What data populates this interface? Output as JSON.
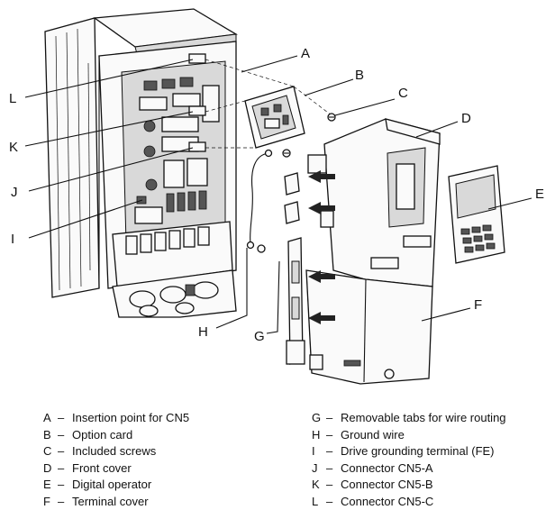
{
  "callouts": {
    "A": "A",
    "B": "B",
    "C": "C",
    "D": "D",
    "E": "E",
    "F": "F",
    "G": "G",
    "H": "H",
    "I": "I",
    "J": "J",
    "K": "K",
    "L": "L"
  },
  "legend": {
    "left": [
      {
        "key": "A",
        "text": "Insertion point for CN5"
      },
      {
        "key": "B",
        "text": "Option card"
      },
      {
        "key": "C",
        "text": "Included screws"
      },
      {
        "key": "D",
        "text": "Front cover"
      },
      {
        "key": "E",
        "text": "Digital operator"
      },
      {
        "key": "F",
        "text": "Terminal cover"
      }
    ],
    "right": [
      {
        "key": "G",
        "text": "Removable tabs for wire routing"
      },
      {
        "key": "H",
        "text": "Ground wire"
      },
      {
        "key": "I",
        "text": "Drive grounding terminal (FE)"
      },
      {
        "key": "J",
        "text": "Connector CN5-A"
      },
      {
        "key": "K",
        "text": "Connector CN5-B"
      },
      {
        "key": "L",
        "text": "Connector CN5-C"
      }
    ],
    "separator": "–"
  }
}
